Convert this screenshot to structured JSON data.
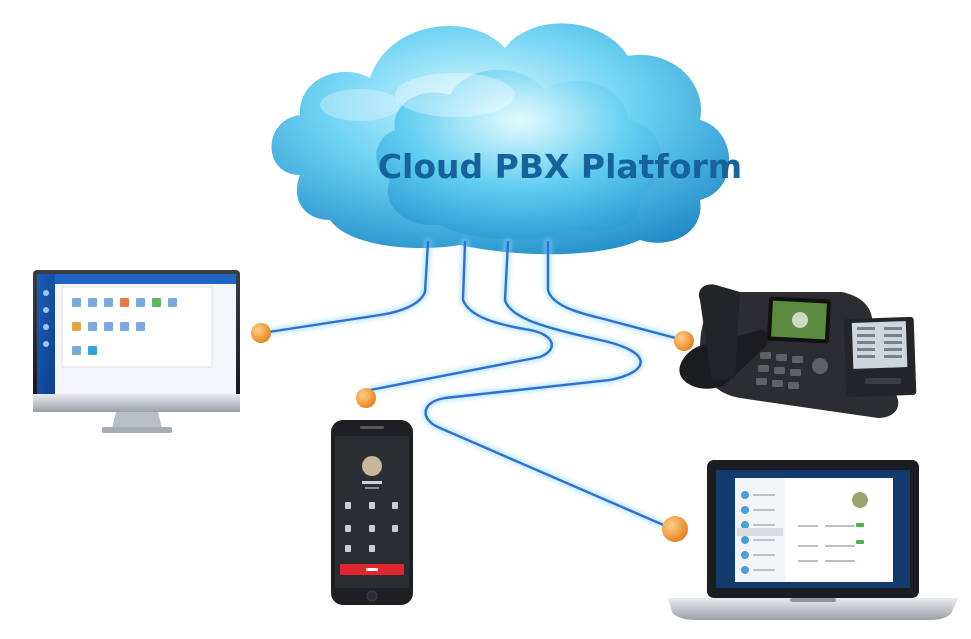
{
  "title": "Cloud PBX Platform",
  "colors": {
    "cloud_light": "#bff1ff",
    "cloud_mid": "#4fc8ef",
    "cloud_dark": "#1a86c4",
    "title_text": "#15639a",
    "cable": "#2f6fd0",
    "cable_glow": "#8fd8ff",
    "node": "#f59a2a"
  },
  "devices": [
    {
      "id": "desktop-monitor",
      "kind": "monitor",
      "icon": "desktop-monitor-icon"
    },
    {
      "id": "smartphone",
      "kind": "phone",
      "icon": "smartphone-icon"
    },
    {
      "id": "ip-desk-phone",
      "kind": "deskphone",
      "icon": "ip-desk-phone-icon"
    },
    {
      "id": "laptop",
      "kind": "laptop",
      "icon": "laptop-icon"
    }
  ]
}
